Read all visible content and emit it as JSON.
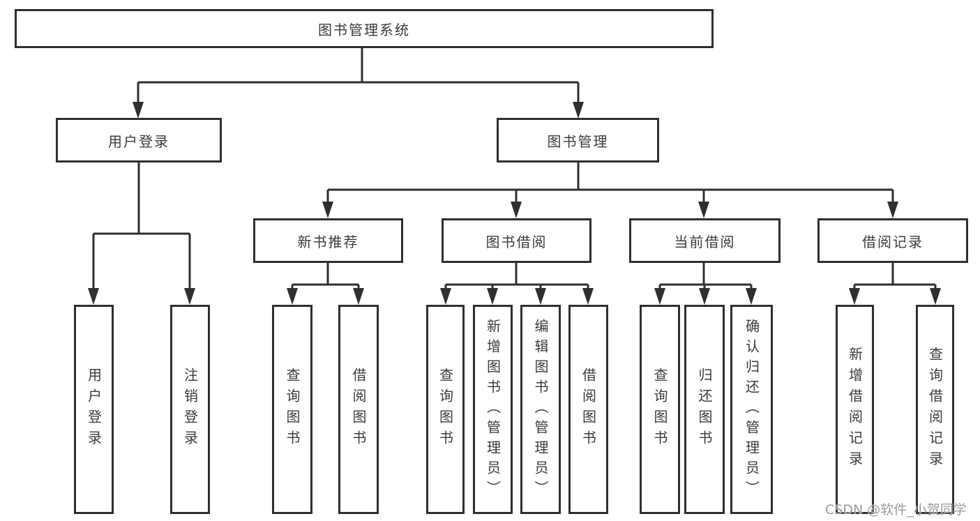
{
  "diagram": {
    "tree": {
      "label": "图书管理系统",
      "children": [
        {
          "label": "用户登录",
          "children": [
            {
              "label": "用户登录"
            },
            {
              "label": "注销登录"
            }
          ]
        },
        {
          "label": "图书管理",
          "children": [
            {
              "label": "新书推荐",
              "children": [
                {
                  "label": "查询图书"
                },
                {
                  "label": "借阅图书"
                }
              ]
            },
            {
              "label": "图书借阅",
              "children": [
                {
                  "label": "查询图书"
                },
                {
                  "label": "新增图书（管理员）"
                },
                {
                  "label": "编辑图书（管理员）"
                },
                {
                  "label": "借阅图书"
                }
              ]
            },
            {
              "label": "当前借阅",
              "children": [
                {
                  "label": "查询图书"
                },
                {
                  "label": "归还图书"
                },
                {
                  "label": "确认归还（管理员）"
                }
              ]
            },
            {
              "label": "借阅记录",
              "children": [
                {
                  "label": "新增借阅记录"
                },
                {
                  "label": "查询借阅记录"
                }
              ]
            }
          ]
        }
      ]
    },
    "colors": {
      "line": "#2f2f2f",
      "text": "#3b3b40",
      "watermark": "#9c9ca1",
      "background": "#ffffff"
    }
  },
  "watermark": {
    "text": "CSDN @软件_小贺同学"
  }
}
